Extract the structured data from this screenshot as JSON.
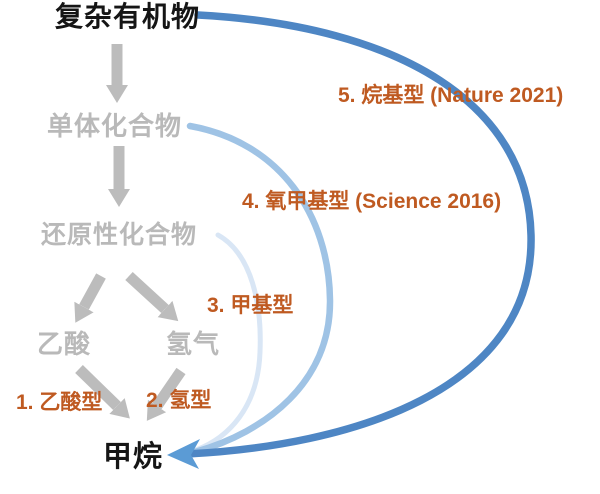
{
  "diagram": {
    "nodes": {
      "complex_organic": {
        "label": "复杂有机物"
      },
      "monomer": {
        "label": "单体化合物"
      },
      "reductive": {
        "label": "还原性化合物"
      },
      "acetate": {
        "label": "乙酸"
      },
      "hydrogen": {
        "label": "氢气"
      },
      "methane": {
        "label": "甲烷"
      }
    },
    "pathways": {
      "p1": {
        "label": "1. 乙酸型"
      },
      "p2": {
        "label": "2. 氢型"
      },
      "p3": {
        "label": "3. 甲基型"
      },
      "p4": {
        "label": "4. 氧甲基型 (Science 2016)"
      },
      "p5": {
        "label": "5. 烷基型 (Nature 2021)"
      }
    },
    "flow_edges": [
      {
        "from": "复杂有机物",
        "to": "单体化合物",
        "style": "gray-block-arrow"
      },
      {
        "from": "单体化合物",
        "to": "还原性化合物",
        "style": "gray-block-arrow"
      },
      {
        "from": "还原性化合物",
        "to": "乙酸",
        "style": "gray-block-arrow"
      },
      {
        "from": "还原性化合物",
        "to": "氢气",
        "style": "gray-block-arrow"
      },
      {
        "from": "乙酸",
        "to": "甲烷",
        "style": "gray-block-arrow",
        "pathway": "1. 乙酸型"
      },
      {
        "from": "氢气",
        "to": "甲烷",
        "style": "gray-block-arrow",
        "pathway": "2. 氢型"
      },
      {
        "from": "还原性化合物",
        "to": "甲烷",
        "style": "blue-curve-light",
        "pathway": "3. 甲基型"
      },
      {
        "from": "单体化合物",
        "to": "甲烷",
        "style": "blue-curve-medium",
        "pathway": "4. 氧甲基型 (Science 2016)"
      },
      {
        "from": "复杂有机物",
        "to": "甲烷",
        "style": "blue-curve-dark",
        "pathway": "5. 烷基型 (Nature 2021)"
      }
    ],
    "colors": {
      "background": "#ffffff",
      "node_text_dark": "#151515",
      "node_text_gray": "#b9b9b9",
      "gray_arrow": "#bcbcbc",
      "pathway_orange": "#bf5a21",
      "curve_dark_blue": "#4e86c4",
      "curve_medium_blue": "#9fc3e5",
      "curve_light_blue": "#d9e6f5",
      "curve_arrowhead_blue": "#5b9bd5"
    }
  }
}
